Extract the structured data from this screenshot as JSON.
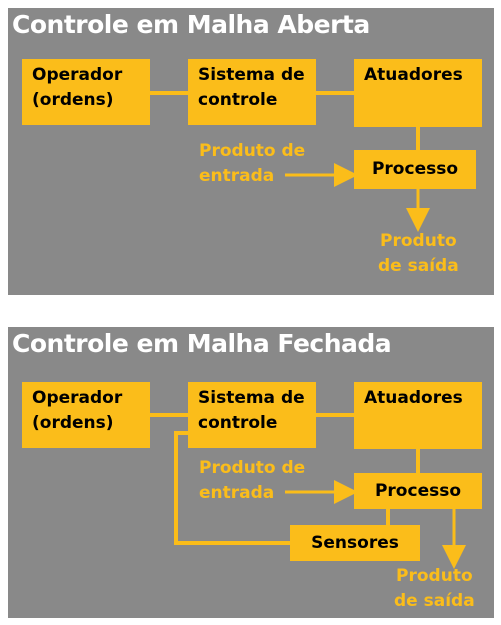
{
  "colors": {
    "panel": "#898989",
    "accent": "#fbbd1a",
    "title": "#ffffff",
    "box_text": "#000000"
  },
  "open_loop": {
    "title": "Controle em Malha Aberta",
    "operator": [
      "Operador",
      "(ordens)"
    ],
    "controller": [
      "Sistema de",
      "controle"
    ],
    "actuators": "Atuadores",
    "process": "Processo",
    "input": [
      "Produto de",
      "entrada"
    ],
    "output": [
      "Produto",
      "de saída"
    ]
  },
  "closed_loop": {
    "title": "Controle em Malha Fechada",
    "operator": [
      "Operador",
      "(ordens)"
    ],
    "controller": [
      "Sistema de",
      "controle"
    ],
    "actuators": "Atuadores",
    "process": "Processo",
    "sensors": "Sensores",
    "input": [
      "Produto de",
      "entrada"
    ],
    "output": [
      "Produto",
      "de saída"
    ]
  }
}
